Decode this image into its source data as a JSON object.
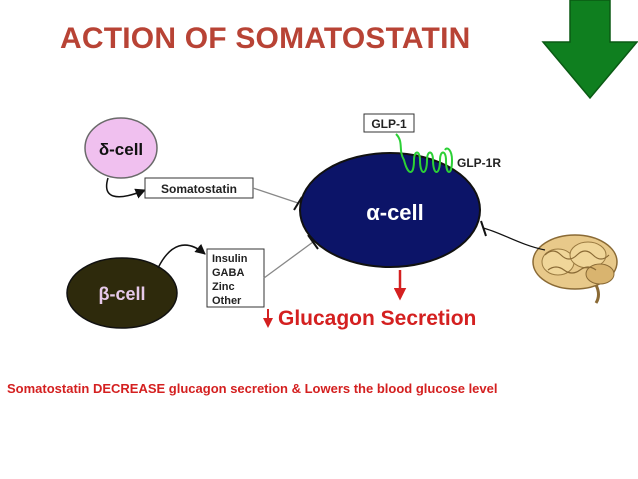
{
  "slide": {
    "title": "ACTION OF SOMATOSTATIN",
    "caption": "Somatostatin DECREASE  glucagon secretion & Lowers the blood glucose level"
  },
  "diagram": {
    "delta_cell": "δ-cell",
    "beta_cell": "β-cell",
    "alpha_cell": "α-cell",
    "somatostatin_box": "Somatostatin",
    "beta_products": [
      "Insulin",
      "GABA",
      "Zinc",
      "Other"
    ],
    "glp1": "GLP-1",
    "glp1r": "GLP-1R",
    "outcome": "Glucagon Secretion"
  },
  "icons": {
    "down_arrow": "green-down-arrow-icon",
    "brain": "brain-icon"
  },
  "colors": {
    "title": "#b84335",
    "caption": "#d42020",
    "alpha_cell": "#0c1468",
    "delta_cell": "#f0c0ef",
    "beta_cell": "#2e2a0c",
    "arrow_green": "#0f7f1f",
    "outcome_red": "#d42020"
  }
}
